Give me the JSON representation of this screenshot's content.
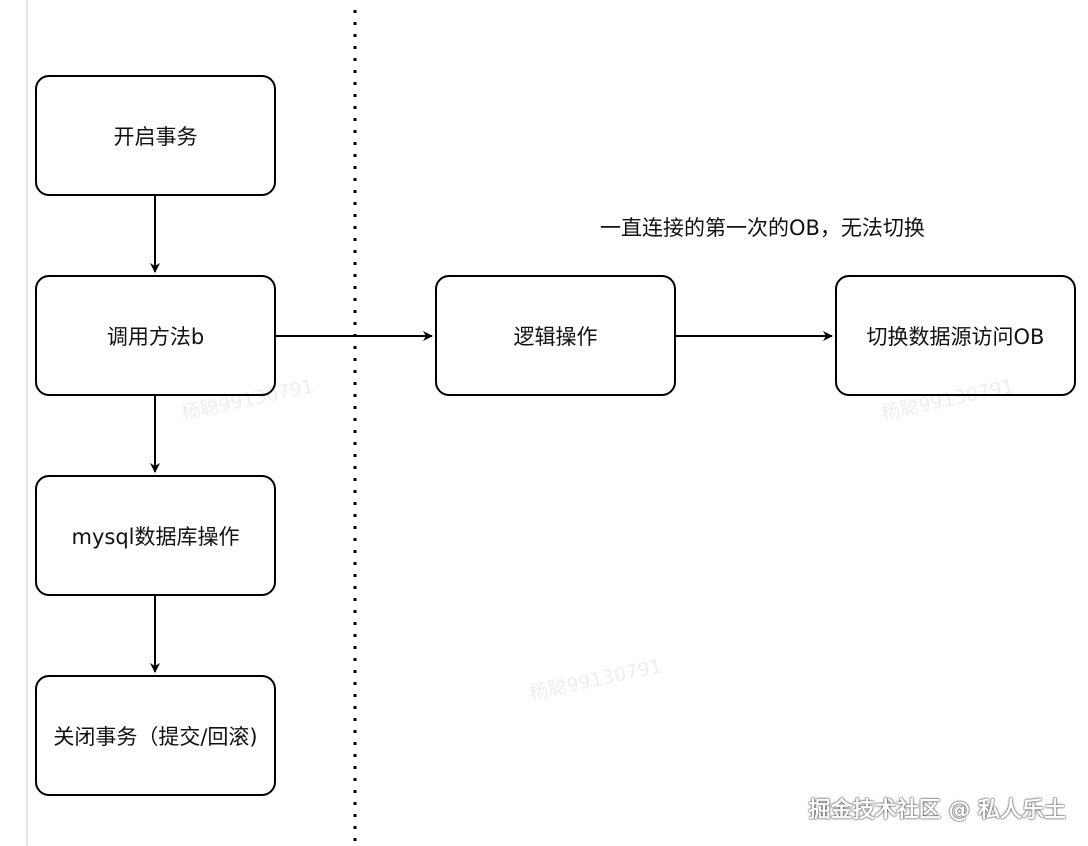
{
  "nodes": {
    "start_txn": "开启事务",
    "call_method_b": "调用方法b",
    "mysql_op": "mysql数据库操作",
    "close_txn": "关闭事务（提交/回滚)",
    "logic_op": "逻辑操作",
    "switch_ob": "切换数据源访问OB"
  },
  "annotation": "一直连接的第一次的OB，无法切换",
  "watermarks": [
    "杨聪99130791",
    "杨聪99130791",
    "杨聪99130791"
  ],
  "footer_watermark": "掘金技术社区 @ 私人乐土"
}
